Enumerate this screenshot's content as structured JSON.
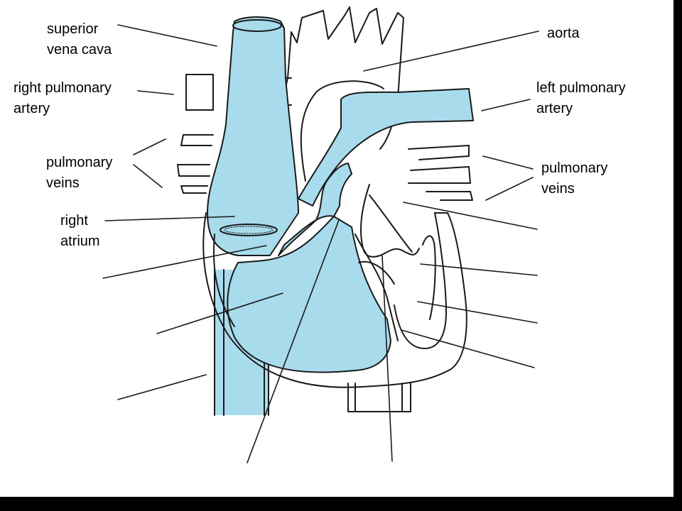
{
  "colors": {
    "blood": "#a8dced",
    "outline": "#1a1a1a",
    "background": "#ffffff",
    "frame": "#000000"
  },
  "labels": {
    "superior_vena_cava": [
      "superior",
      "vena cava"
    ],
    "aorta": [
      "aorta"
    ],
    "right_pulmonary_artery": [
      "right pulmonary",
      "artery"
    ],
    "left_pulmonary_artery": [
      "left pulmonary",
      "artery"
    ],
    "pulmonary_veins_left_side": [
      "pulmonary",
      "veins"
    ],
    "pulmonary_veins_right_side": [
      "pulmonary",
      "veins"
    ],
    "right_atrium": [
      "right",
      "atrium"
    ]
  }
}
